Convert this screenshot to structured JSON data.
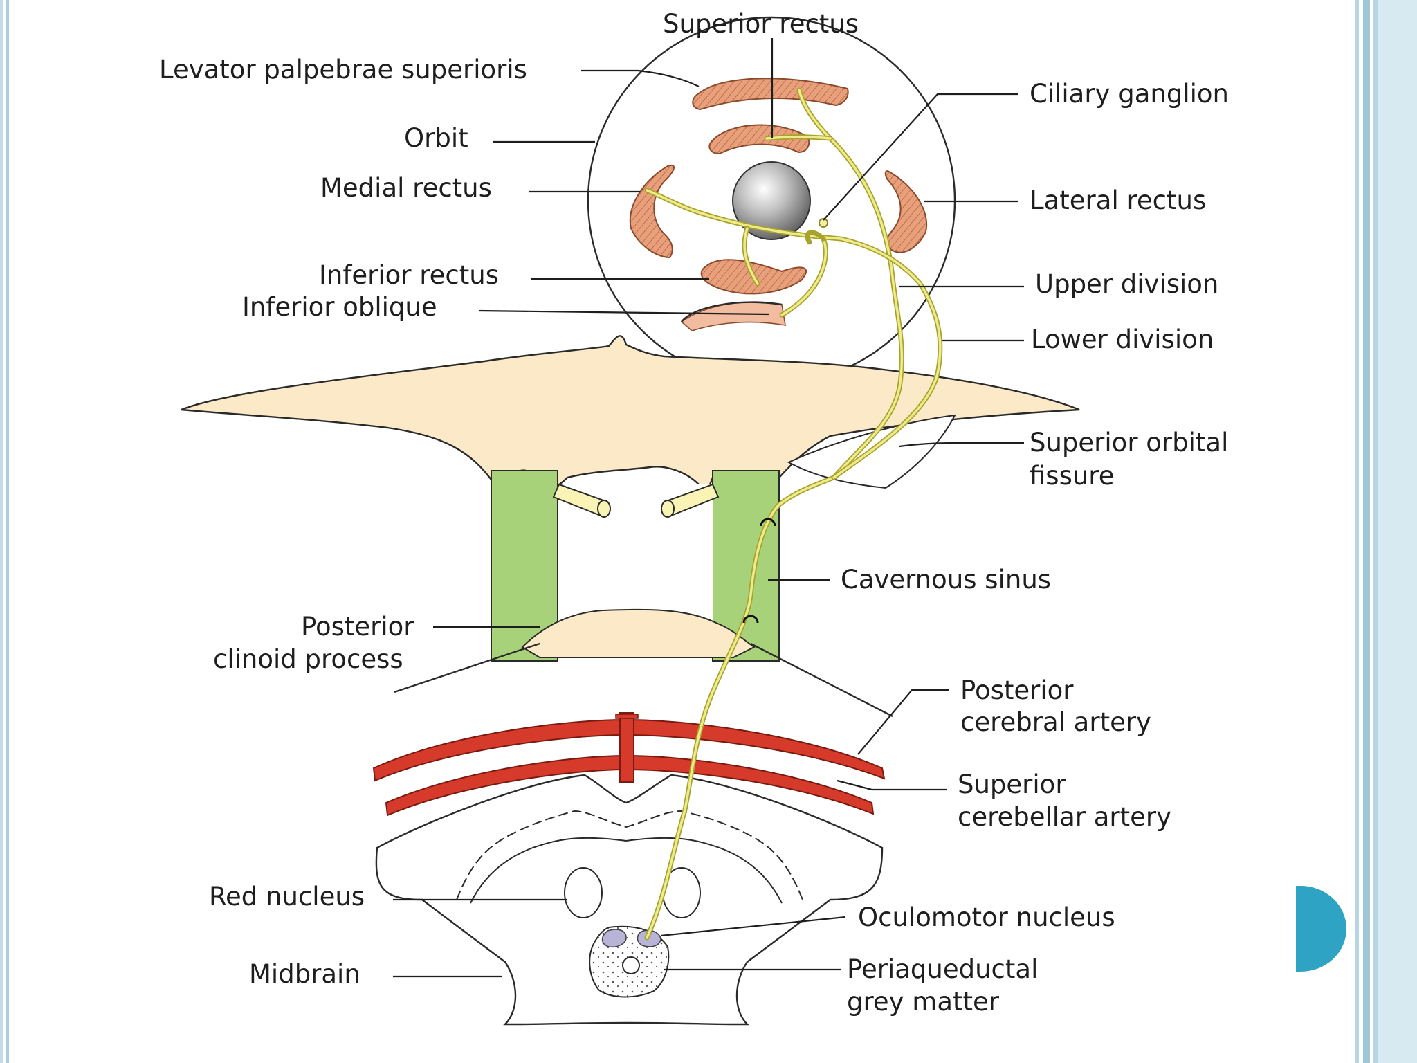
{
  "labels": {
    "superior_rectus": "Superior rectus",
    "levator": "Levator palpebrae superioris",
    "orbit": "Orbit",
    "medial_rectus": "Medial rectus",
    "inferior_rectus": "Inferior rectus",
    "inferior_oblique": "Inferior oblique",
    "ciliary_ganglion": "Ciliary ganglion",
    "lateral_rectus": "Lateral rectus",
    "upper_division": "Upper division",
    "lower_division": "Lower division",
    "superior_orbital_1": "Superior orbital",
    "superior_orbital_2": "fissure",
    "cavernous_sinus": "Cavernous sinus",
    "posterior_clinoid_1": "Posterior",
    "posterior_clinoid_2": "clinoid process",
    "posterior_cerebral_1": "Posterior",
    "posterior_cerebral_2": "cerebral artery",
    "superior_cerebellar_1": "Superior",
    "superior_cerebellar_2": "cerebellar artery",
    "red_nucleus": "Red nucleus",
    "oculomotor_nucleus": "Oculomotor nucleus",
    "midbrain": "Midbrain",
    "periaqueductal_1": "Periaqueductal",
    "periaqueductal_2": "grey matter"
  },
  "colors": {
    "muscle": "#e8a07c",
    "bone": "#fbe9c7",
    "cavernous_sinus": "#a8d27a",
    "artery": "#d63a2a",
    "nerve": "#e0db6a",
    "nucleus": "#b8b4d8",
    "accent_tab": "#2ea3c4"
  }
}
